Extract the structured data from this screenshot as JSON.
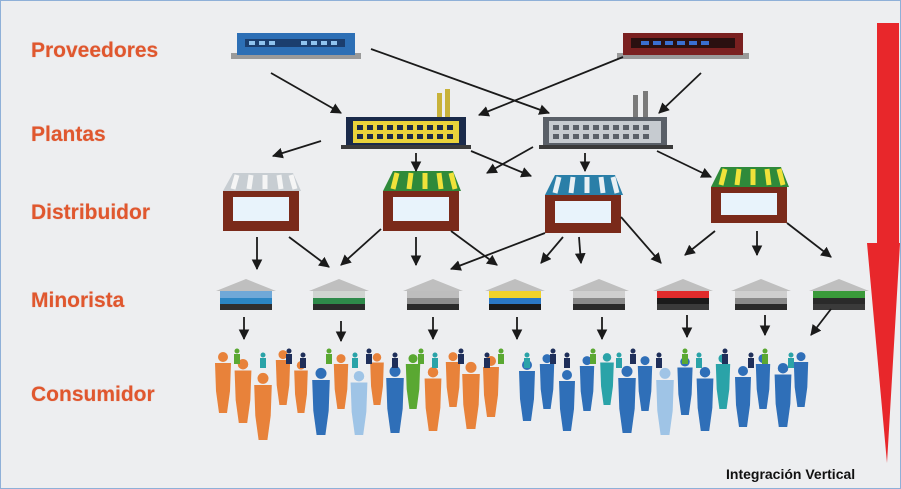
{
  "levels": {
    "suppliers": "Proveedores",
    "plants": "Plantas",
    "distributor": "Distribuidor",
    "retailer": "Minorista",
    "consumer": "Consumidor"
  },
  "caption": "Integración Vertical",
  "colors": {
    "label": "#e0572e",
    "arrow_big": "#e8272b",
    "orange_people": "#e8823a",
    "blue_people": "#2f6fb8",
    "teal_people": "#2aa3a8",
    "green_people": "#5aa832"
  },
  "retail_stripes": [
    [
      "#6fa8d8",
      "#2b86c4",
      "#303030"
    ],
    [
      "#cfd4d0",
      "#2e8a4a",
      "#2a2a2a"
    ],
    [
      "#bdbdbd",
      "#8c8c8c",
      "#2a2a2a"
    ],
    [
      "#f2d22a",
      "#2a77c4",
      "#1a1a1a"
    ],
    [
      "#cfcfcf",
      "#8a8a8a",
      "#2a2a2a"
    ],
    [
      "#e02b2b",
      "#1a1a1a",
      "#3a3a3a"
    ],
    [
      "#cfcfcf",
      "#8a8a8a",
      "#2a2a2a"
    ],
    [
      "#3a9a3a",
      "#2a2a2a",
      "#3a3a3a"
    ]
  ]
}
